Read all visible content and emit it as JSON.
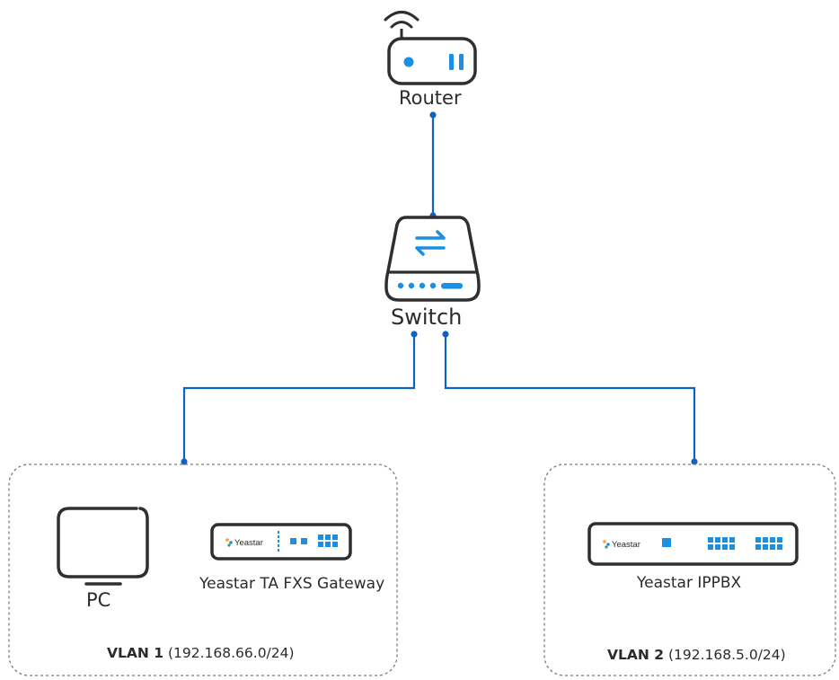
{
  "colors": {
    "accent": "#1a8fe3",
    "line": "#0e63c2",
    "device_outline": "#2f2f2f",
    "border_dash": "#7a7a7a"
  },
  "router": {
    "label": "Router",
    "icon": "router-icon"
  },
  "switch": {
    "label": "Switch",
    "icon": "switch-icon"
  },
  "vlan1": {
    "name": "VLAN 1",
    "subnet": "(192.168.66.0/24)",
    "devices": {
      "pc": {
        "label": "PC",
        "icon": "monitor-icon"
      },
      "gateway": {
        "label": "Yeastar TA FXS Gateway",
        "brand": "Yeastar"
      }
    }
  },
  "vlan2": {
    "name": "VLAN 2",
    "subnet": "(192.168.5.0/24)",
    "devices": {
      "ippbx": {
        "label": "Yeastar IPPBX",
        "brand": "Yeastar"
      }
    }
  }
}
